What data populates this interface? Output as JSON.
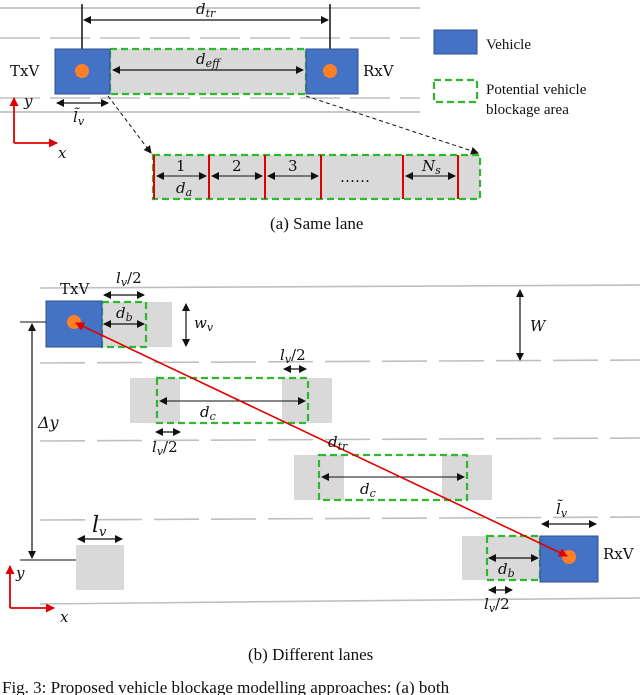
{
  "colors": {
    "vehicle": "#4472c4",
    "vehicle_border": "#2f4f8f",
    "antenna": "#ff7f27",
    "blockage_dash": "#2eb82e",
    "gray_box": "#d9d9d9",
    "lane_line": "#bfbfbf",
    "axis": "#e00000",
    "los": "#e00000",
    "segment_mark": "#e00000"
  },
  "legend": {
    "vehicle": "Vehicle",
    "blockage_line1": "Potential vehicle",
    "blockage_line2": "blockage area"
  },
  "panel_a": {
    "caption": "(a) Same lane",
    "tx_label": "TxV",
    "rx_label": "RxV",
    "d_tr": "d",
    "d_tr_sub": "tr",
    "d_eff": "d",
    "d_eff_sub": "eff",
    "lv_tilde": "l̃",
    "lv_sub": "v",
    "axis_y": "y",
    "axis_x": "x",
    "segments": [
      "1",
      "2",
      "3",
      "……",
      "N"
    ],
    "segment_n_sub": "s",
    "da": "d",
    "da_sub": "a"
  },
  "panel_b": {
    "caption": "(b) Different lanes",
    "tx_label": "TxV",
    "rx_label": "RxV",
    "lv_half": "l",
    "lv_half_sub": "v",
    "lv_half_tail": "/2",
    "db": "d",
    "db_sub": "b",
    "wv": "w",
    "wv_sub": "v",
    "W": "W",
    "delta_y": "Δy",
    "dc": "d",
    "dc_sub": "c",
    "dtr": "d",
    "dtr_sub": "tr",
    "lv": "l",
    "lv_sub": "v",
    "lv_tilde": "l̃",
    "axis_y": "y",
    "axis_x": "x"
  },
  "figure_caption": "Fig. 3: Proposed vehicle blockage modelling approaches: (a) both"
}
